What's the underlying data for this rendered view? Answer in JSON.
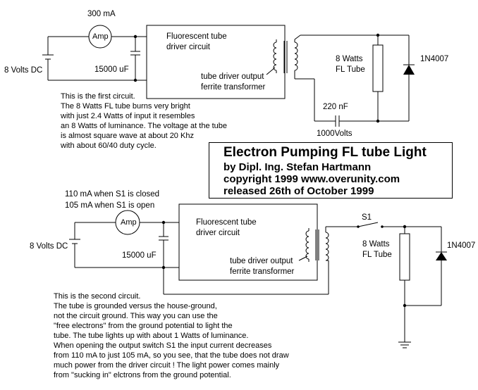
{
  "circuit1": {
    "current": "300 mA",
    "ammeter": "Amp",
    "supply": "8 Volts DC",
    "capacitor": "15000 uF",
    "driver_line1": "Fluorescent tube",
    "driver_line2": "driver circuit",
    "output_line1": "tube driver output",
    "output_line2": "ferrite transformer",
    "tube_line1": "8 Watts",
    "tube_line2": "FL Tube",
    "diode": "1N4007",
    "cap2": "220 nF",
    "cap2_voltage": "1000Volts",
    "description": [
      "This is the first circuit.",
      "The 8 Watts FL tube burns very bright",
      "with just 2.4 Watts of input it resembles",
      "an 8 Watts of luminance. The voltage at the tube",
      "is almost square wave at about 20 Khz",
      "with about 60/40 duty cycle."
    ]
  },
  "title": {
    "main": "Electron Pumping FL tube Light",
    "line1": "by Dipl. Ing. Stefan Hartmann",
    "line2": "copyright 1999 www.overunity.com",
    "line3": "released 26th of October 1999"
  },
  "circuit2": {
    "current_closed": "110 mA when S1 is closed",
    "current_open": "105 mA when S1 is open",
    "ammeter": "Amp",
    "supply": "8 Volts DC",
    "capacitor": "15000 uF",
    "driver_line1": "Fluorescent tube",
    "driver_line2": "driver circuit",
    "output_line1": "tube driver output",
    "output_line2": "ferrite transformer",
    "switch": "S1",
    "tube_line1": "8 Watts",
    "tube_line2": "FL Tube",
    "diode": "1N4007",
    "description": [
      "This is the second circuit.",
      "The tube is grounded versus the house-ground,",
      "not the circuit ground. This way you can use the",
      "\"free electrons\" from the ground potential to light the",
      "tube. The tube lights up with about 1 Watts of luminance.",
      "When opening the output switch S1 the input current decreases",
      "from 110 mA to just 105 mA, so you see, that the tube does not draw",
      "much power from the driver circuit ! The light power comes mainly",
      "from \"sucking in\" elctrons from the ground potential."
    ]
  }
}
